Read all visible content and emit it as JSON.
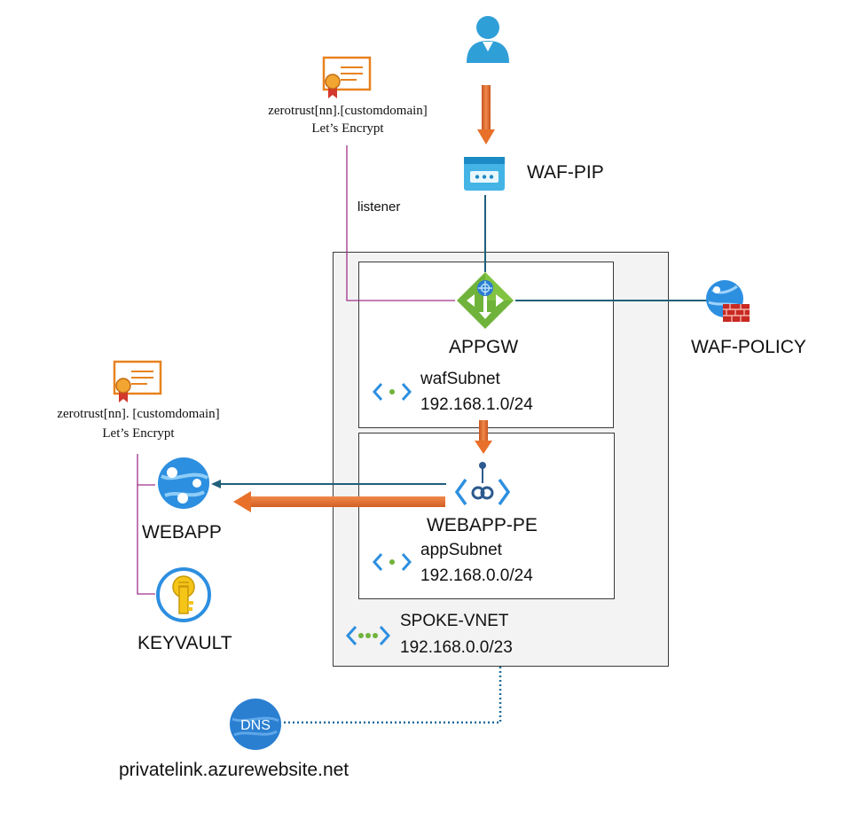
{
  "user": {
    "icon": "user-icon"
  },
  "waf_pip": {
    "label": "WAF-PIP",
    "icon": "public-ip-icon"
  },
  "cert_top": {
    "line1": "zerotrust[nn].[customdomain]",
    "line2": "Let’s Encrypt",
    "icon": "certificate-icon"
  },
  "listener_label": "listener",
  "appgw": {
    "label": "APPGW",
    "icon": "application-gateway-icon"
  },
  "waf_policy": {
    "label": "WAF-POLICY",
    "icon": "waf-policy-icon"
  },
  "waf_subnet": {
    "name": "wafSubnet",
    "cidr": "192.168.1.0/24"
  },
  "cert_left": {
    "line1": "zerotrust[nn]. [customdomain]",
    "line2": "Let’s Encrypt",
    "icon": "certificate-icon"
  },
  "webapp": {
    "label": "WEBAPP",
    "icon": "web-app-icon"
  },
  "webapp_pe": {
    "label": "WEBAPP-PE",
    "icon": "private-endpoint-icon"
  },
  "app_subnet": {
    "name": "appSubnet",
    "cidr": "192.168.0.0/24"
  },
  "keyvault": {
    "label": "KEYVAULT",
    "icon": "key-vault-icon"
  },
  "spoke_vnet": {
    "name": "SPOKE-VNET",
    "cidr": "192.168.0.0/23"
  },
  "dns": {
    "badge": "DNS",
    "zone": "privatelink.azurewebsite.net",
    "icon": "dns-zone-icon"
  },
  "colors": {
    "arrow": "#e8702a",
    "line": "#1f5f7a",
    "cert_line": "#a0328c",
    "dns_line": "#1f6a9a"
  }
}
